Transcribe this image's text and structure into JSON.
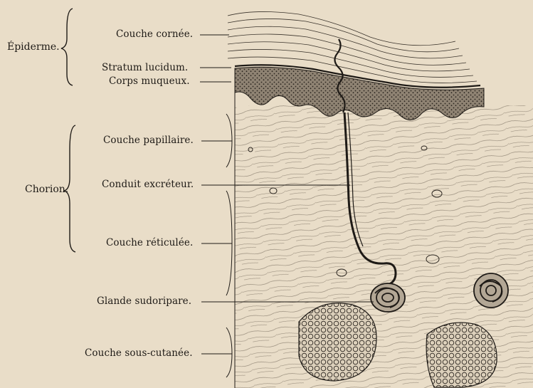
{
  "groups": {
    "epiderme": "Épiderme.",
    "chorion": "Chorion."
  },
  "labels": {
    "couche_cornee": "Couche cornée.",
    "stratum_lucidum": "Stratum lucidum.",
    "corps_muqueux": "Corps muqueux.",
    "couche_papillaire": "Couche papillaire.",
    "conduit_excreteur": "Conduit excréteur.",
    "couche_reticulee": "Couche réticulée.",
    "glande_sudoripare": "Glande sudoripare.",
    "couche_sous_cutanee": "Couche sous-cutanée."
  },
  "colors": {
    "paper": "#e9ddc8",
    "ink": "#1e1a16"
  }
}
